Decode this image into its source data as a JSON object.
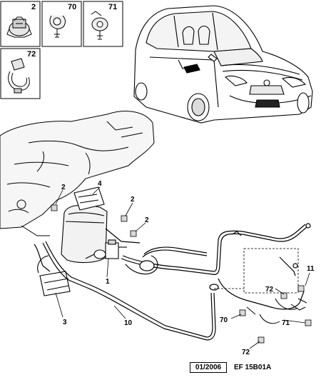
{
  "thumbnails": [
    {
      "ref": "2"
    },
    {
      "ref": "70"
    },
    {
      "ref": "71"
    },
    {
      "ref": "72"
    }
  ],
  "callouts": {
    "c4": "4",
    "c2a": "2",
    "c2b": "2",
    "c2c": "2",
    "c1": "1",
    "c3": "3",
    "c10": "10",
    "c11": "11",
    "c72a": "72",
    "c72b": "72",
    "c70": "70",
    "c71": "71"
  },
  "footer": {
    "date": "01/2006",
    "code": "EF 15B01A"
  }
}
